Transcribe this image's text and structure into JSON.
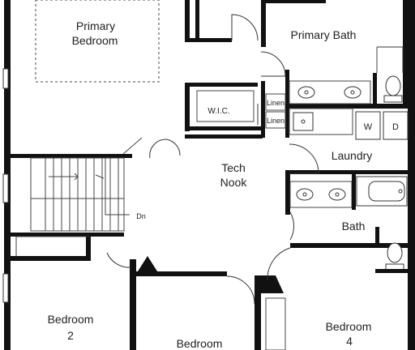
{
  "rooms": {
    "primary_bedroom": [
      "Primary",
      "Bedroom"
    ],
    "primary_bath": "Primary Bath",
    "wic": "W.I.C.",
    "linen_1": "Linen",
    "linen_2": "Linen",
    "laundry": "Laundry",
    "washer": "W",
    "dryer": "D",
    "tech_nook": [
      "Tech",
      "Nook"
    ],
    "bath": "Bath",
    "bedroom_2": [
      "Bedroom",
      "2"
    ],
    "bedroom_3": "Bedroom",
    "bedroom_4": [
      "Bedroom",
      "4"
    ]
  },
  "stair": {
    "direction_label": "Dn"
  },
  "colors": {
    "wall": "#111111",
    "background": "#ffffff",
    "line": "#444444"
  }
}
